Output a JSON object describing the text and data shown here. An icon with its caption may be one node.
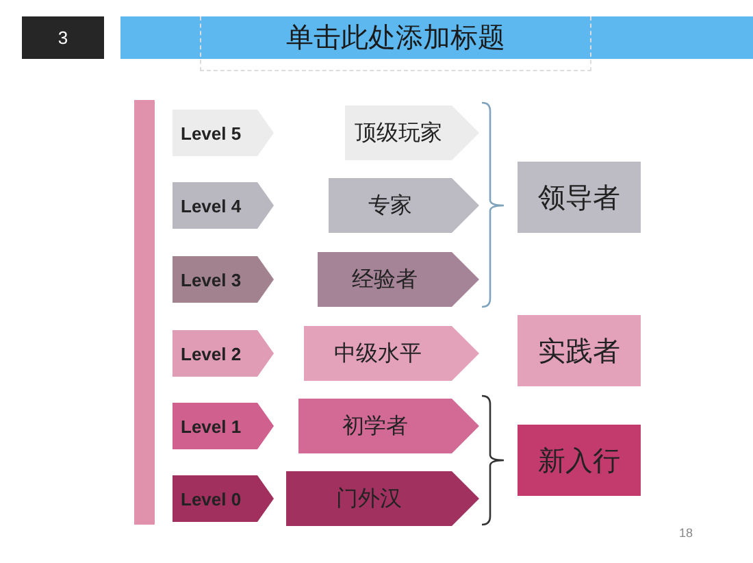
{
  "diagram": {
    "title": "单击此处添加标题",
    "nodes": [
      {
        "text": [
          "Level 5"
        ]
      },
      {
        "text": [
          "顶级玩家"
        ]
      },
      {
        "text": [
          "Level 4"
        ]
      },
      {
        "text": [
          "专家"
        ]
      },
      {
        "text": [
          "领导者"
        ]
      },
      {
        "text": [
          "Level 3"
        ]
      },
      {
        "text": [
          "经验者"
        ]
      },
      {
        "text": [
          "Level 2"
        ]
      },
      {
        "text": [
          "中级水平"
        ]
      },
      {
        "text": [
          "实践者"
        ]
      },
      {
        "text": [
          "Level 1"
        ]
      },
      {
        "text": [
          "初学者"
        ]
      },
      {
        "text": [
          "新入行"
        ]
      },
      {
        "text": [
          "Level 0"
        ]
      },
      {
        "text": [
          "门外汉"
        ]
      },
      {
        "text": [],
        "shape": "bar"
      }
    ],
    "labels": [
      "3",
      "18"
    ]
  }
}
